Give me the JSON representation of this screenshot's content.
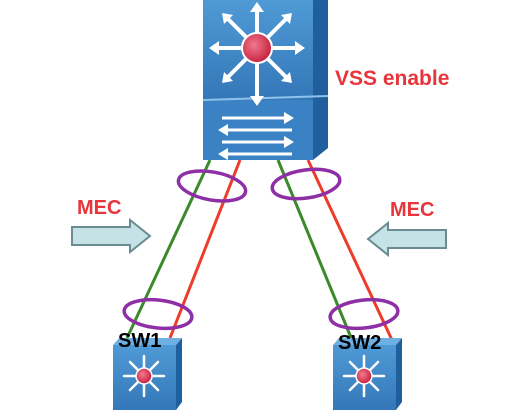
{
  "title": "VSS enable",
  "mec_left_label": "MEC",
  "mec_right_label": "MEC",
  "switch_1_label": "SW1",
  "switch_2_label": "SW2",
  "colors": {
    "label_red": "#e8353c",
    "switch_face": "#3f8ccc",
    "switch_side": "#1f5f9e",
    "switch_top": "#6fb0e4",
    "router_center": "#e03553",
    "link_green": "#3a8a2a",
    "link_red": "#ee3b2a",
    "ring_purple": "#8e2fa6",
    "arrow_fill": "#c5e3e6",
    "arrow_stroke": "#6a8b90"
  },
  "icons": {
    "core": "layer3-switch-vss-icon",
    "access_1": "access-switch-icon",
    "access_2": "access-switch-icon",
    "arrows": "arrow-icon",
    "rings": "bundle-ring-icon"
  }
}
